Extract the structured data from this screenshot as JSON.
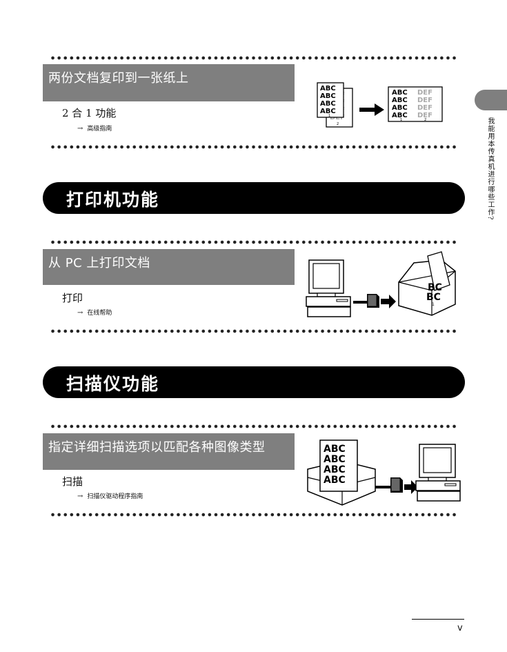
{
  "side_tab": {
    "text": "我能用本传真机进行哪些工作?"
  },
  "sections": [
    {
      "heading": "两份文档复印到一张纸上",
      "function": "2 合 1 功能",
      "reference": "高级指南"
    },
    {
      "banner": "打印机功能"
    },
    {
      "heading": "从 PC 上打印文档",
      "function": "打印",
      "reference": "在线帮助"
    },
    {
      "banner": "扫描仪功能"
    },
    {
      "heading": "指定详细扫描选项以匹配各种图像类型",
      "function": "扫描",
      "reference": "扫描仪驱动程序指南"
    }
  ],
  "illustrations": {
    "copy_sheet_abc": [
      "ABC",
      "ABC",
      "ABC",
      "ABC"
    ],
    "copy_sheet_def": [
      "DEF",
      "DEF",
      "DEF",
      "DEF"
    ],
    "page_numbers": [
      "1",
      "2"
    ],
    "printer_sheet": [
      "BC",
      "BC"
    ],
    "scan_sheet": [
      "ABC",
      "ABC",
      "ABC",
      "ABC"
    ]
  },
  "footer": {
    "page_number": "v"
  }
}
